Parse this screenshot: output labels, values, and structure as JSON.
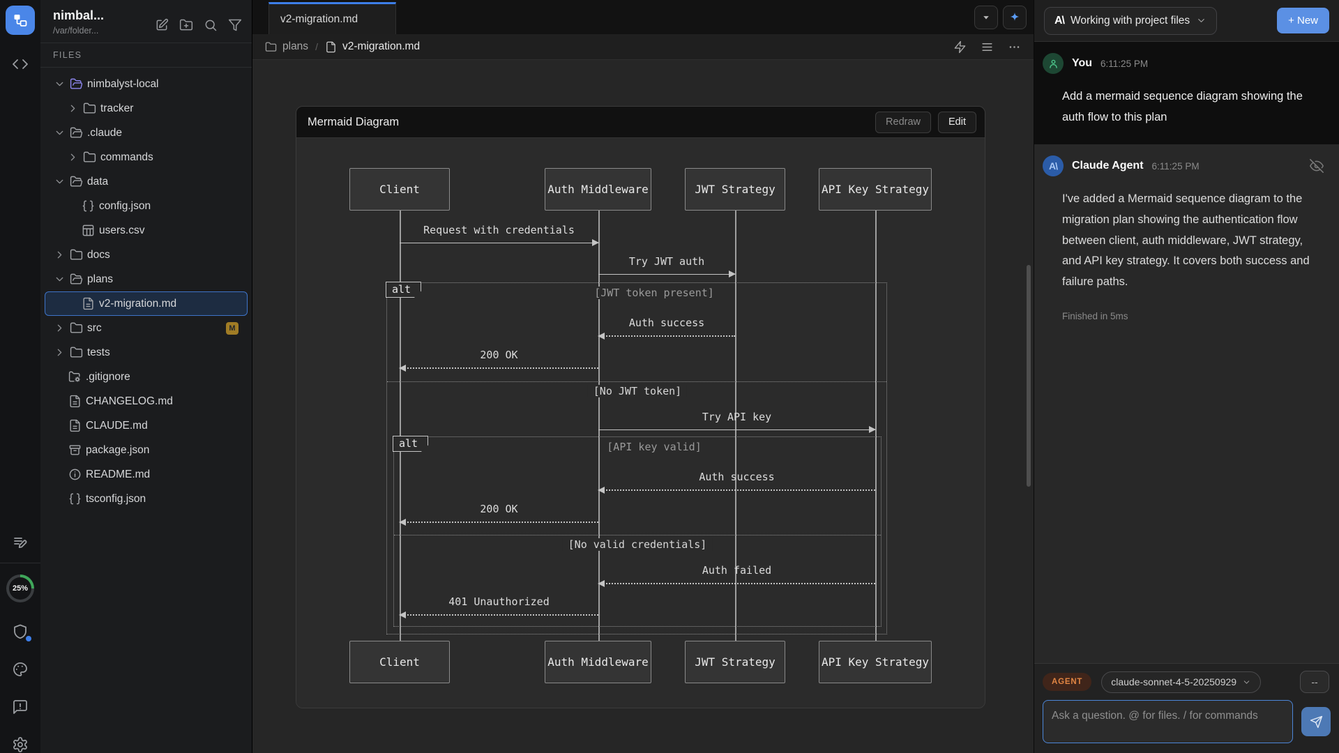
{
  "rail": {
    "progress": "25%"
  },
  "sidebar": {
    "title": "nimbal...",
    "path": "/var/folder...",
    "section_label": "FILES",
    "tree": [
      {
        "label": "nimbalyst-local",
        "icon": "folder-open",
        "chevron": "down",
        "indent": 0,
        "accent": true
      },
      {
        "label": "tracker",
        "icon": "folder",
        "chevron": "right",
        "indent": 1
      },
      {
        "label": ".claude",
        "icon": "folder-open",
        "chevron": "down",
        "indent": 0
      },
      {
        "label": "commands",
        "icon": "folder",
        "chevron": "right",
        "indent": 1
      },
      {
        "label": "data",
        "icon": "folder-open",
        "chevron": "down",
        "indent": 0
      },
      {
        "label": "config.json",
        "icon": "braces",
        "indent": 1,
        "file": true
      },
      {
        "label": "users.csv",
        "icon": "table",
        "indent": 1,
        "file": true
      },
      {
        "label": "docs",
        "icon": "folder",
        "chevron": "right",
        "indent": 0
      },
      {
        "label": "plans",
        "icon": "folder-open",
        "chevron": "down",
        "indent": 0
      },
      {
        "label": "v2-migration.md",
        "icon": "file-text",
        "indent": 1,
        "file": true,
        "selected": true
      },
      {
        "label": "src",
        "icon": "folder",
        "chevron": "right",
        "indent": 0,
        "badge": "M"
      },
      {
        "label": "tests",
        "icon": "folder",
        "chevron": "right",
        "indent": 0
      },
      {
        "label": ".gitignore",
        "icon": "folder-cog",
        "indent": 0,
        "file": true
      },
      {
        "label": "CHANGELOG.md",
        "icon": "file-text",
        "indent": 0,
        "file": true
      },
      {
        "label": "CLAUDE.md",
        "icon": "file-text",
        "indent": 0,
        "file": true
      },
      {
        "label": "package.json",
        "icon": "archive",
        "indent": 0,
        "file": true
      },
      {
        "label": "README.md",
        "icon": "info",
        "indent": 0,
        "file": true
      },
      {
        "label": "tsconfig.json",
        "icon": "braces",
        "indent": 0,
        "file": true
      }
    ]
  },
  "editor": {
    "tab": "v2-migration.md",
    "breadcrumb": {
      "folder": "plans",
      "separator": "/",
      "file": "v2-migration.md"
    },
    "panel": {
      "title": "Mermaid Diagram",
      "redraw_label": "Redraw",
      "edit_label": "Edit"
    }
  },
  "diagram": {
    "participants": [
      "Client",
      "Auth Middleware",
      "JWT Strategy",
      "API Key Strategy"
    ],
    "messages": [
      {
        "label": "Request with credentials",
        "from": 0,
        "to": 1,
        "style": "solid"
      },
      {
        "label": "Try JWT auth",
        "from": 1,
        "to": 2,
        "style": "solid"
      },
      {
        "label": "Auth success",
        "from": 2,
        "to": 1,
        "style": "dashed"
      },
      {
        "label": "200 OK",
        "from": 1,
        "to": 0,
        "style": "dashed"
      },
      {
        "label": "Try API key",
        "from": 1,
        "to": 3,
        "style": "solid"
      },
      {
        "label": "Auth success",
        "from": 3,
        "to": 1,
        "style": "dashed"
      },
      {
        "label": "200 OK",
        "from": 1,
        "to": 0,
        "style": "dashed"
      },
      {
        "label": "Auth failed",
        "from": 3,
        "to": 1,
        "style": "dashed"
      },
      {
        "label": "401 Unauthorized",
        "from": 1,
        "to": 0,
        "style": "dashed"
      }
    ],
    "alts": [
      {
        "label": "alt",
        "guard": "[JWT token present]",
        "else_guard": "[No JWT token]"
      },
      {
        "label": "alt",
        "guard": "[API key valid]",
        "else_guard": "[No valid credentials]"
      }
    ]
  },
  "chat": {
    "logo_glyph": "A\\",
    "header": {
      "context_label": "Working with project files",
      "new_label": "+ New"
    },
    "messages": [
      {
        "author": "You",
        "time": "6:11:25 PM",
        "text": "Add a mermaid sequence diagram showing the auth flow to this plan"
      },
      {
        "author": "Claude Agent",
        "time": "6:11:25 PM",
        "text": "I've added a Mermaid sequence diagram to the migration plan showing the authentication flow between client, auth middleware, JWT strategy, and API key strategy. It covers both success and failure paths."
      }
    ],
    "status": "Finished in 5ms",
    "composer": {
      "agent_badge": "AGENT",
      "model": "claude-sonnet-4-5-20250929",
      "more_label": "--",
      "placeholder": "Ask a question. @ for files. / for commands"
    }
  },
  "colors": {
    "accent_blue": "#3d7ee8",
    "agent_orange": "#e08543",
    "progress_green": "#3fa65a",
    "modified_amber": "#a07c25"
  }
}
